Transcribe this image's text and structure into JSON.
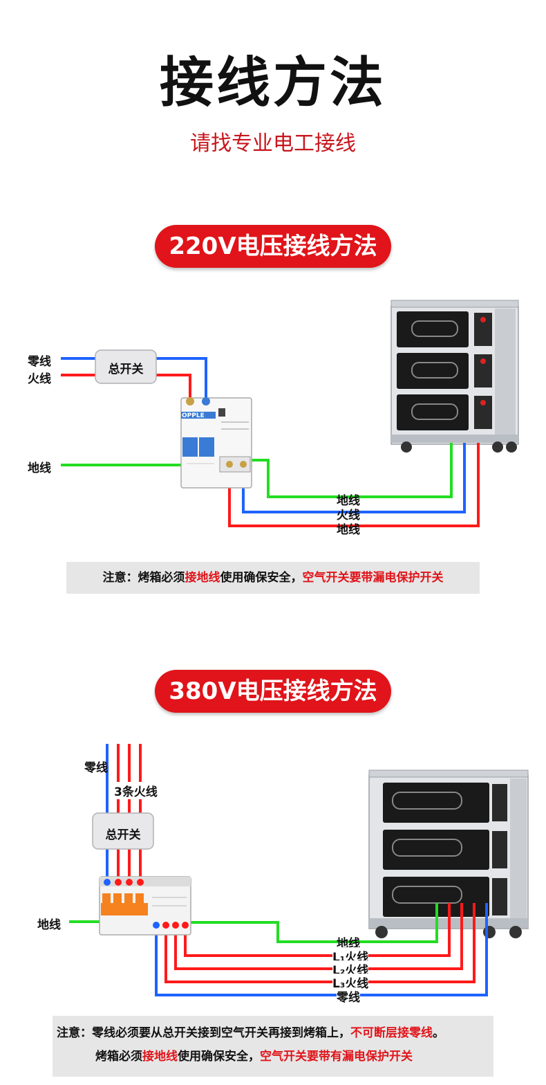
{
  "header": {
    "title": "接线方法",
    "subtitle": "请找专业电工接线"
  },
  "colors": {
    "accent": "#e0141a",
    "neutral_wire": "#1e63ff",
    "live_wire": "#ff1a1a",
    "ground_wire": "#22dd22"
  },
  "section_220": {
    "heading": "220V电压接线方法",
    "switch_label": "总开关",
    "left_labels": [
      "零线",
      "火线",
      "地线"
    ],
    "right_labels": [
      "地线",
      "火线",
      "地线"
    ],
    "breaker_brand": "OPPLE",
    "note_prefix": "注意：烤箱必须",
    "note_red1": "接地线",
    "note_mid": "使用确保安全，",
    "note_red2": "空气开关要带漏电保护开关"
  },
  "section_380": {
    "heading": "380V电压接线方法",
    "switch_label": "总开关",
    "neutral_label": "零线",
    "live_label": "3条火线",
    "ground_label": "地线",
    "right_labels": [
      "地线",
      "L₁火线",
      "L₂火线",
      "L₃火线",
      "零线"
    ],
    "note_line1_prefix": "注意：零线必须要从总开关接到空气开关再接到烤箱上，",
    "note_line1_red": "不可断层接零线",
    "note_line1_suffix": "。",
    "note_line2_prefix": "烤箱必须",
    "note_line2_red1": "接地线",
    "note_line2_mid": "使用确保安全，",
    "note_line2_red2": "空气开关要带有漏电保护开关"
  }
}
